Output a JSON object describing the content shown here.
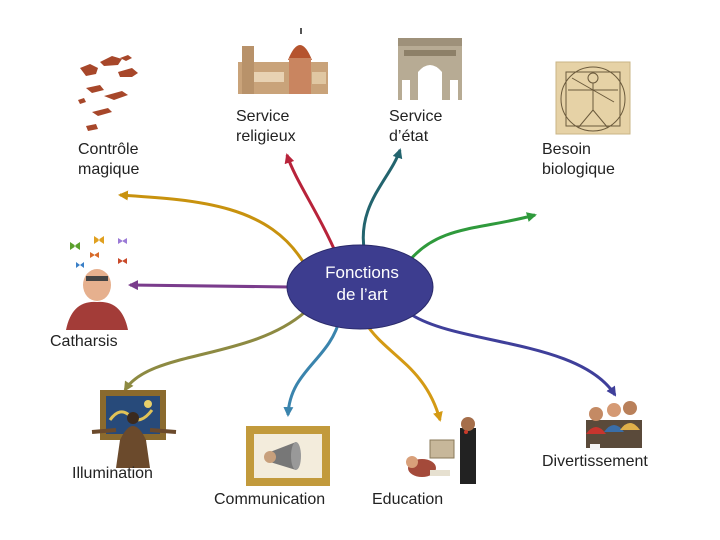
{
  "center": {
    "label": "Fonctions\nde l’art",
    "fill": "#3d3d8f"
  },
  "branches": [
    {
      "id": "controle-magique",
      "label": "Contrôle\nmagique",
      "color": "#c8920e",
      "icon": "cave-painting-icon"
    },
    {
      "id": "service-religieux",
      "label": "Service\nreligieux",
      "color": "#b8233a",
      "icon": "cathedral-icon"
    },
    {
      "id": "service-etat",
      "label": "Service\nd’état",
      "color": "#23646e",
      "icon": "triumphal-arch-icon"
    },
    {
      "id": "besoin-biologique",
      "label": "Besoin\nbiologique",
      "color": "#2f9a3c",
      "icon": "vitruvian-man-icon"
    },
    {
      "id": "catharsis",
      "label": "Catharsis",
      "color": "#7a3c8c",
      "icon": "man-with-butterflies-icon"
    },
    {
      "id": "illumination",
      "label": "Illumination",
      "color": "#8d8a42",
      "icon": "painting-frame-icon"
    },
    {
      "id": "communication",
      "label": "Communication",
      "color": "#3a84ad",
      "icon": "megaphone-frame-icon"
    },
    {
      "id": "education",
      "label": "Education",
      "color": "#d49a14",
      "icon": "teacher-child-icon"
    },
    {
      "id": "divertissement",
      "label": "Divertissement",
      "color": "#3f3f9a",
      "icon": "laughing-group-icon"
    }
  ]
}
